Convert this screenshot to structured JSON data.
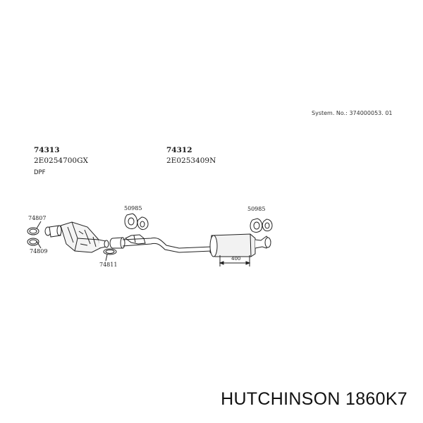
{
  "system_number": "System. No.: 374000053. 01",
  "parts": {
    "front": {
      "part_no": "74313",
      "ref": "2E0254700GX",
      "note": "DPF"
    },
    "rear": {
      "part_no": "74312",
      "ref": "2E0253409N"
    }
  },
  "callouts": {
    "gasket_top": "74807",
    "gasket_bottom": "74809",
    "clamp": "74811",
    "hanger_front": "50985",
    "hanger_rear": "50985"
  },
  "dimension": "400",
  "footer": "HUTCHINSON 1860K7"
}
